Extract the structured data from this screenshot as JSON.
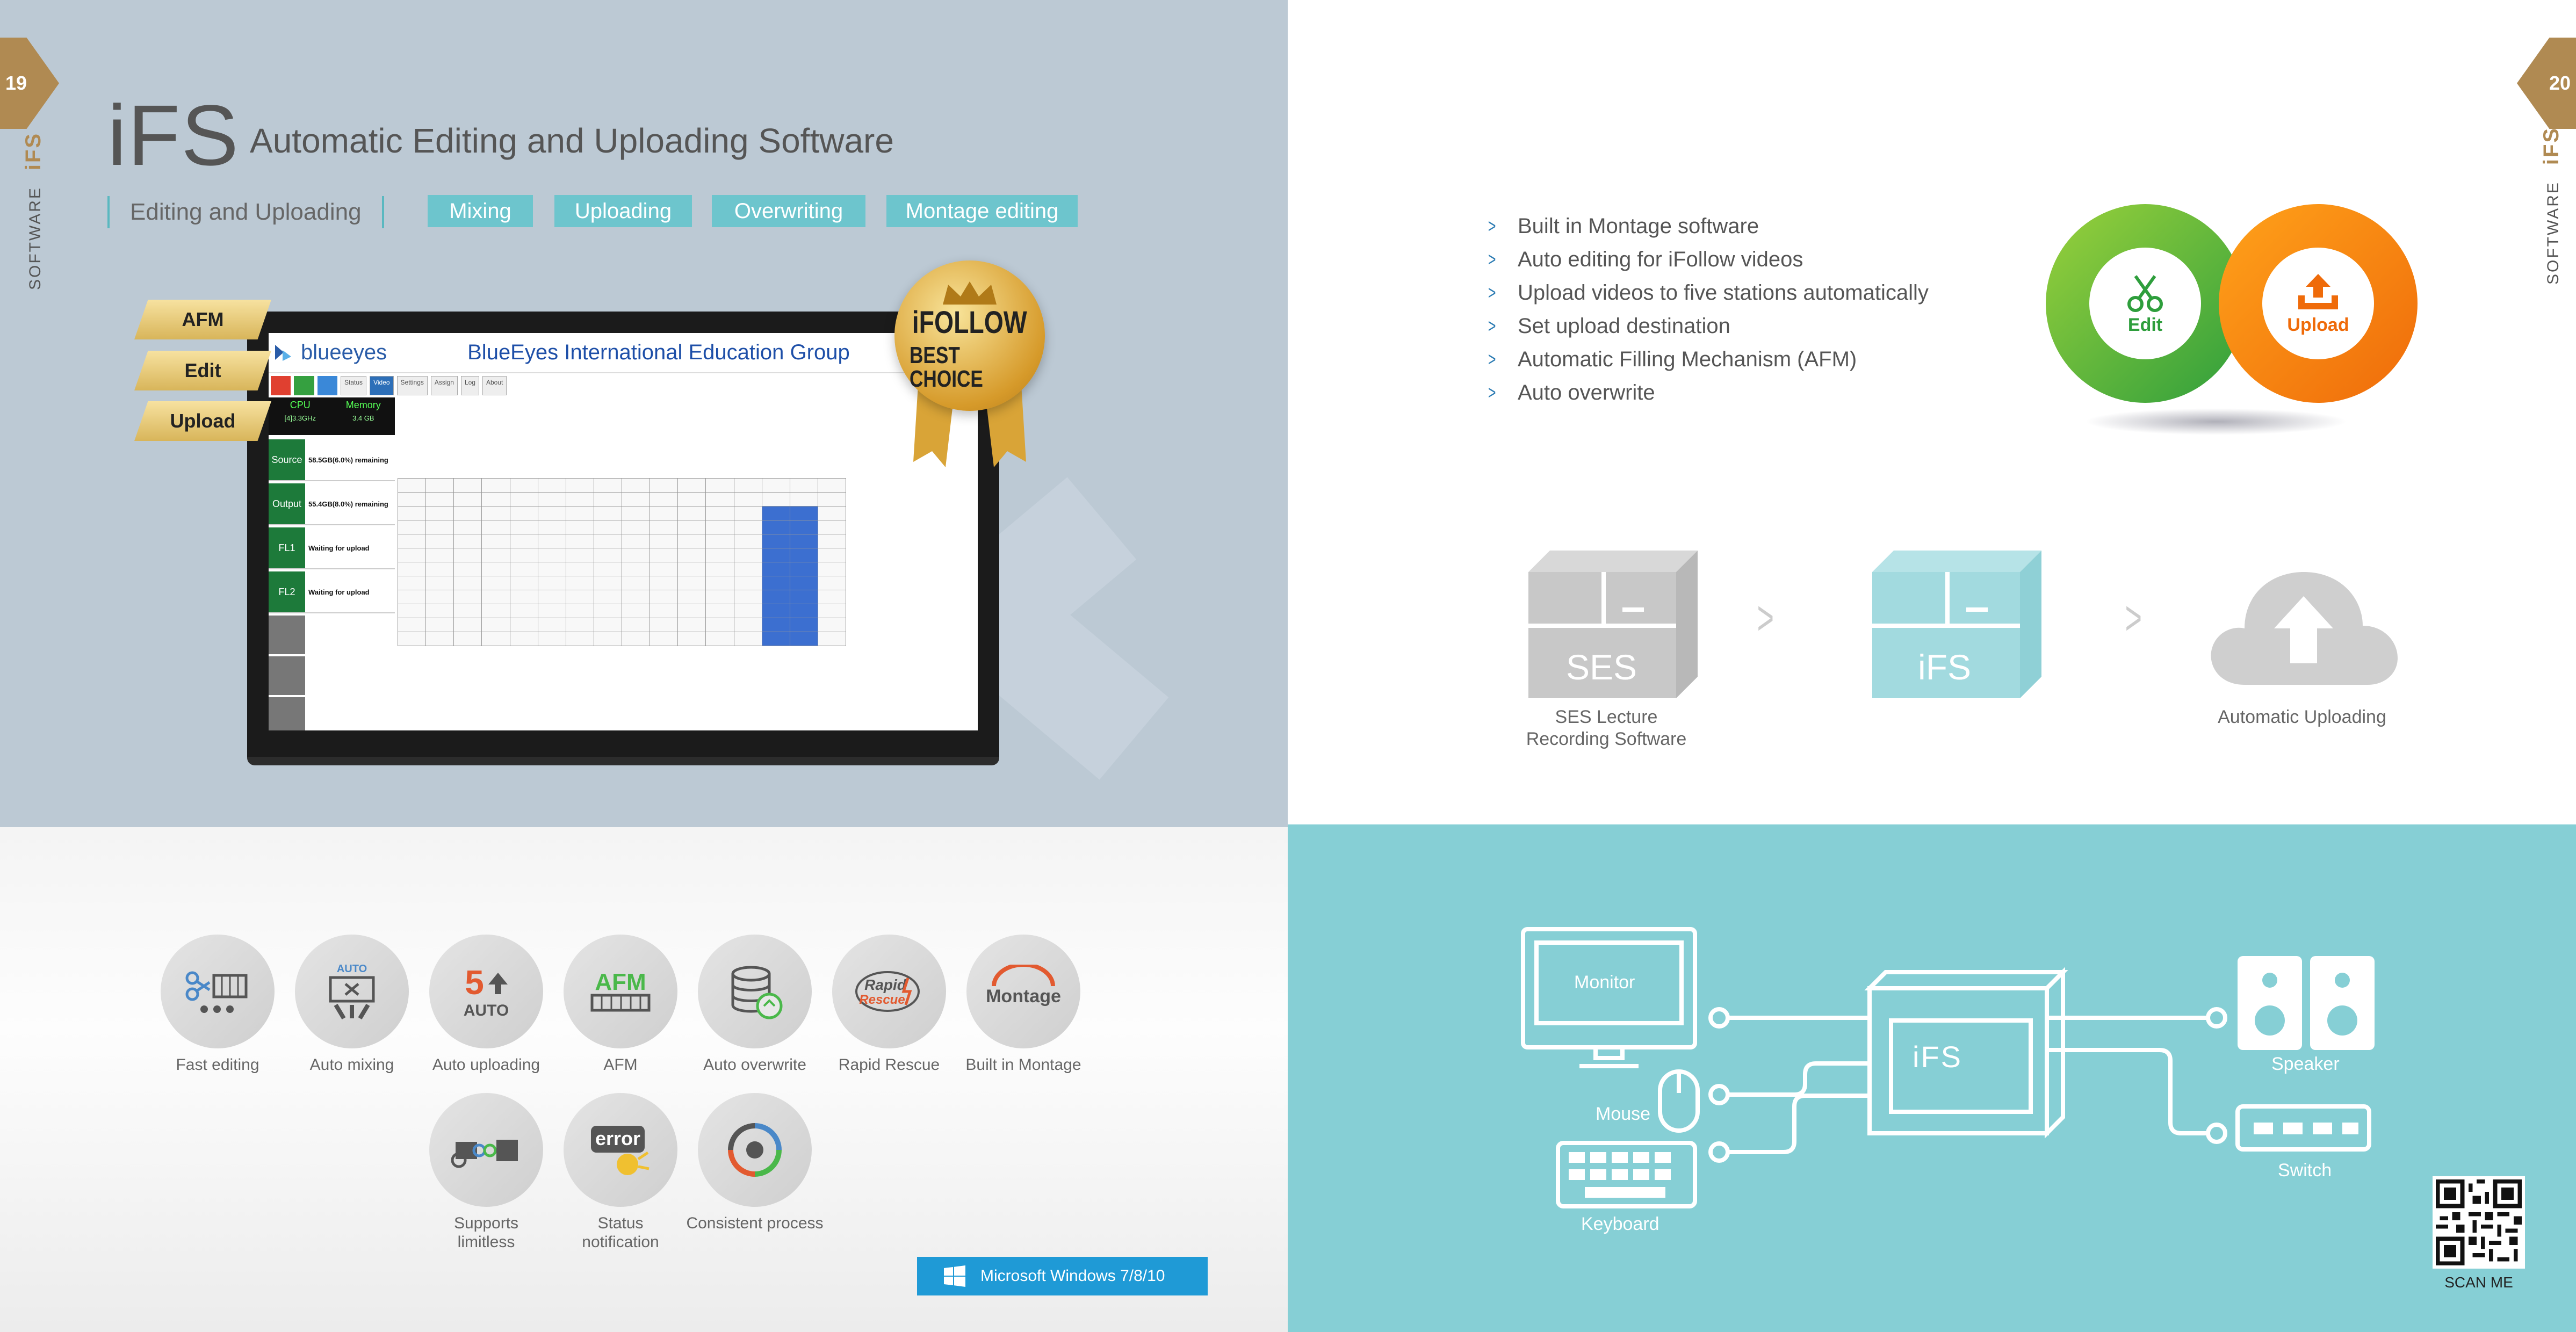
{
  "left_page": {
    "page_number": "19",
    "side_brand": "iFS",
    "side_section": "SOFTWARE",
    "title_main": "iFS",
    "title_sub": "Automatic Editing and Uploading Software",
    "subheading": "Editing and Uploading",
    "tags": [
      "Mixing",
      "Uploading",
      "Overwriting",
      "Montage editing"
    ],
    "ribbons": [
      "AFM",
      "Edit",
      "Upload"
    ],
    "badge": {
      "line1": "iFOLLOW",
      "line2": "BEST CHOICE"
    },
    "screen": {
      "logo": "blueeyes",
      "org_title": "BlueEyes International Education Group",
      "tabs": [
        "Status",
        "Video",
        "Settings",
        "Assign",
        "Log",
        "About"
      ],
      "cpu_label": "CPU",
      "cpu_value": "[4]3.3GHz",
      "memory_label": "Memory",
      "memory_value": "3.4 GB",
      "rows": [
        {
          "label": "Source",
          "value": "58.5GB(6.0%) remaining"
        },
        {
          "label": "Output",
          "value": "55.4GB(8.0%) remaining"
        },
        {
          "label": "FL1",
          "value": "Waiting for upload"
        },
        {
          "label": "FL2",
          "value": "Waiting for upload"
        }
      ]
    },
    "features": [
      {
        "label": "Fast editing",
        "icon": "scissors-film-icon"
      },
      {
        "label": "Auto mixing",
        "icon": "auto-mixing-icon"
      },
      {
        "label": "Auto uploading",
        "icon": "five-auto-icon"
      },
      {
        "label": "AFM",
        "icon": "afm-film-icon"
      },
      {
        "label": "Auto overwrite",
        "icon": "database-recycle-icon"
      },
      {
        "label": "Rapid Rescue",
        "icon": "rapid-rescue-icon"
      },
      {
        "label": "Built in Montage",
        "icon": "montage-icon"
      },
      {
        "label": "Supports limitless",
        "icon": "camera-chain-icon"
      },
      {
        "label": "Status notification",
        "icon": "error-bell-icon"
      },
      {
        "label": "Consistent process",
        "icon": "cycle-icon"
      }
    ],
    "windows_button": "Microsoft Windows 7/8/10"
  },
  "right_page": {
    "page_number": "20",
    "side_brand": "iFS",
    "side_section": "SOFTWARE",
    "bullets": [
      "Built in Montage software",
      "Auto editing for iFollow videos",
      "Upload videos to five stations automatically",
      "Set upload destination",
      "Automatic Filling Mechanism (AFM)",
      "Auto overwrite"
    ],
    "edit_label": "Edit",
    "upload_label": "Upload",
    "flow": {
      "ses_box_text": "SES",
      "ifs_box_text": "iFS",
      "ses_caption_1": "SES Lecture",
      "ses_caption_2": "Recording Software",
      "upload_caption": "Automatic Uploading"
    },
    "diagram": {
      "monitor": "Monitor",
      "mouse": "Mouse",
      "keyboard": "Keyboard",
      "device": "iFS",
      "speaker": "Speaker",
      "switch": "Switch"
    },
    "scan_label": "SCAN ME"
  },
  "colors": {
    "accent_gold": "#b08a52",
    "teal": "#6dc5cd",
    "edit_green": "#2e9e3c",
    "upload_orange": "#ef6b0a",
    "windows_blue": "#1f9ad6"
  }
}
